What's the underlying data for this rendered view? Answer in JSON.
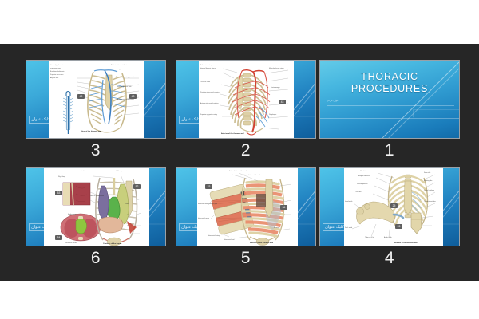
{
  "app": {
    "background_color": "#262626",
    "page_background": "#ffffff",
    "accent_blue": "#2f9ad0",
    "caption_color": "#f2f2f2"
  },
  "deck": {
    "title_slide_heading_line1": "THORACIC",
    "title_slide_heading_line2": "PROCEDURES",
    "title_slide_subtitle": "عنوان فرعی",
    "slide_title_placeholder": "کلیک عنوان"
  },
  "grid": {
    "rows": [
      {
        "cells": [
          {
            "number": "3",
            "kind": "content",
            "figure": "thoracic-veins-azygos-system",
            "figure_caption": "Veins of the thoracic wall",
            "callouts": [
              "49",
              "48"
            ],
            "labels": [
              "Internal jugular vein",
              "Subclavian vein",
              "Brachiocephalic vein",
              "Superior vena cava",
              "Azygos vein",
              "Posterior intercostal veins",
              "Hemiazygos vein",
              "Accessory hemiazygos vein",
              "Internal thoracic vein",
              "Anterior intercostal veins",
              "Inferior vena cava"
            ]
          },
          {
            "number": "2",
            "kind": "content",
            "figure": "thoracic-arteries-aorta",
            "figure_caption": "Arteries of the thoracic wall",
            "callouts": [
              "43"
            ],
            "labels": [
              "Subclavian artery",
              "Internal thoracic artery",
              "Thoracic aorta",
              "Posterior intercostal arteries",
              "Anterior intercostal arteries",
              "Superior epigastric artery",
              "Musculophrenic artery",
              "Costal margin",
              "Diaphragm"
            ]
          },
          {
            "number": "1",
            "kind": "title",
            "figure": "none",
            "figure_caption": "",
            "callouts": [],
            "labels": []
          }
        ]
      },
      {
        "cells": [
          {
            "number": "6",
            "kind": "content",
            "figure": "thoracic-viscera-in-situ",
            "figure_caption": "Contents of the thorax",
            "callouts": [
              "52",
              "53",
              "54"
            ],
            "labels": [
              "Trachea",
              "Left lung",
              "Right lung",
              "Heart in pericardium",
              "Liver",
              "Diaphragm",
              "Pleural cavity",
              "Mediastinum",
              "Transverse section"
            ]
          },
          {
            "number": "5",
            "kind": "content",
            "figure": "intercostal-muscles",
            "figure_caption": "Muscles of the thoracic wall",
            "callouts": [
              "33",
              "34"
            ],
            "labels": [
              "External intercostal muscle",
              "Internal intercostal muscle",
              "Innermost intercostal muscle",
              "Intercostal nerve",
              "Intercostal artery",
              "Intercostal vein",
              "Costal groove",
              "Rib",
              "Sternum"
            ]
          },
          {
            "number": "4",
            "kind": "content",
            "figure": "rib-cage-skeleton",
            "figure_caption": "Skeleton of the thoracic wall",
            "callouts": [
              "25",
              "26"
            ],
            "labels": [
              "Manubrium",
              "Body of sternum",
              "Xiphoid process",
              "True ribs",
              "False ribs",
              "Floating ribs",
              "Costal cartilage",
              "Thoracic vertebra",
              "Head of rib",
              "Neck of rib",
              "Tubercle of rib",
              "Angle of rib"
            ]
          }
        ]
      }
    ]
  }
}
